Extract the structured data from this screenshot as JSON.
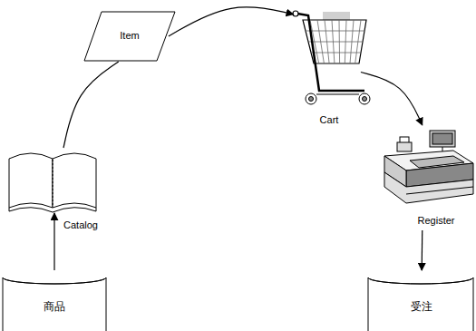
{
  "diagram": {
    "nodes": [
      {
        "text": [
          "商品"
        ]
      },
      {
        "text": [
          "Catalog"
        ]
      },
      {
        "text": [
          "Item"
        ]
      },
      {
        "text": [
          "Cart"
        ]
      },
      {
        "text": [
          "Register"
        ]
      },
      {
        "text": [
          "受注"
        ]
      }
    ],
    "edges": [
      {
        "from": 0,
        "to": 1,
        "arrow": "to"
      },
      {
        "from": 1,
        "to": 2,
        "arrow": "none"
      },
      {
        "from": 2,
        "to": 3,
        "arrow": "to"
      },
      {
        "from": 3,
        "to": 4,
        "arrow": "to"
      },
      {
        "from": 4,
        "to": 5,
        "arrow": "to"
      }
    ]
  }
}
